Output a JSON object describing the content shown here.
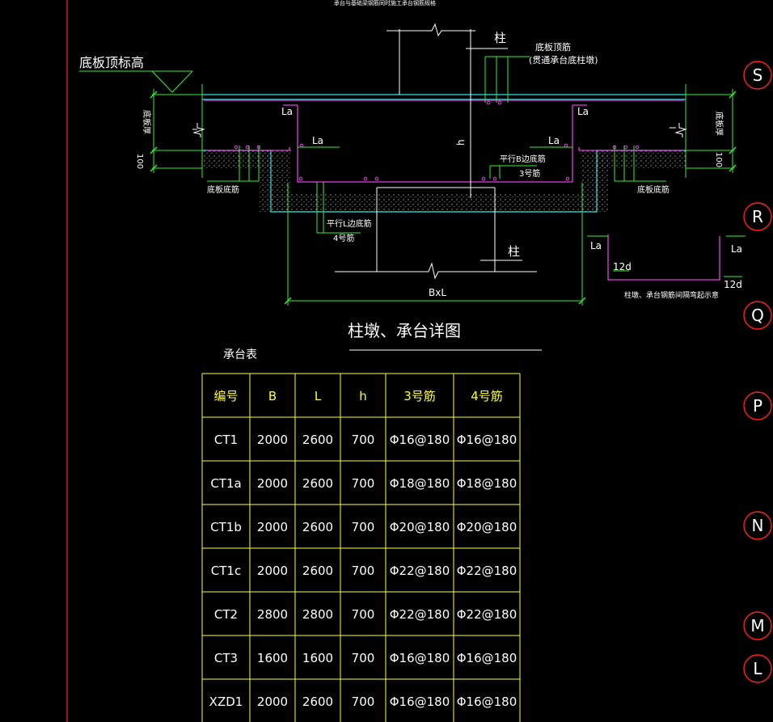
{
  "drawing": {
    "top_note": "承台与基础梁钢筋同时施工承台钢筋规格",
    "slab_top_elevation": "底板顶标高",
    "column": "柱",
    "slab_top_rebar": "底板顶筋",
    "slab_top_rebar_note": "(贯通承台底柱墩)",
    "anchorage": "La",
    "slab_thickness": "底板厚",
    "dim_100": "100",
    "height": "h",
    "rebar_b_parallel": "平行B边底筋",
    "rebar_no3": "3号筋",
    "rebar_l_parallel": "平行L边底筋",
    "rebar_no4": "4号筋",
    "slab_bottom_rebar": "底板底筋",
    "dim_bxl": "BxL",
    "hook_12d": "12d",
    "hook_note": "柱墩、承台钢筋间隔弯起示意",
    "title": "柱墩、承台详图"
  },
  "axes": [
    "S",
    "R",
    "Q",
    "P",
    "N",
    "M",
    "L"
  ],
  "table": {
    "caption": "承台表",
    "headers": [
      "编号",
      "B",
      "L",
      "h",
      "3号筋",
      "4号筋"
    ],
    "rows": [
      [
        "CT1",
        "2000",
        "2600",
        "700",
        "Φ16@180",
        "Φ16@180"
      ],
      [
        "CT1a",
        "2000",
        "2600",
        "700",
        "Φ18@180",
        "Φ18@180"
      ],
      [
        "CT1b",
        "2000",
        "2600",
        "700",
        "Φ20@180",
        "Φ20@180"
      ],
      [
        "CT1c",
        "2000",
        "2600",
        "700",
        "Φ22@180",
        "Φ22@180"
      ],
      [
        "CT2",
        "2800",
        "2800",
        "700",
        "Φ22@180",
        "Φ22@180"
      ],
      [
        "CT3",
        "1600",
        "1600",
        "700",
        "Φ16@180",
        "Φ16@180"
      ],
      [
        "XZD1",
        "2000",
        "2600",
        "700",
        "Φ16@180",
        "Φ16@180"
      ]
    ]
  },
  "colors": {
    "background": "#000000",
    "border_red": "#ff2020",
    "concrete_cyan": "#33e0e0",
    "rebar_magenta": "#e040e0",
    "dimension_green": "#33ee33",
    "table_yellow": "#ffff33",
    "text_white": "#ffffff"
  }
}
